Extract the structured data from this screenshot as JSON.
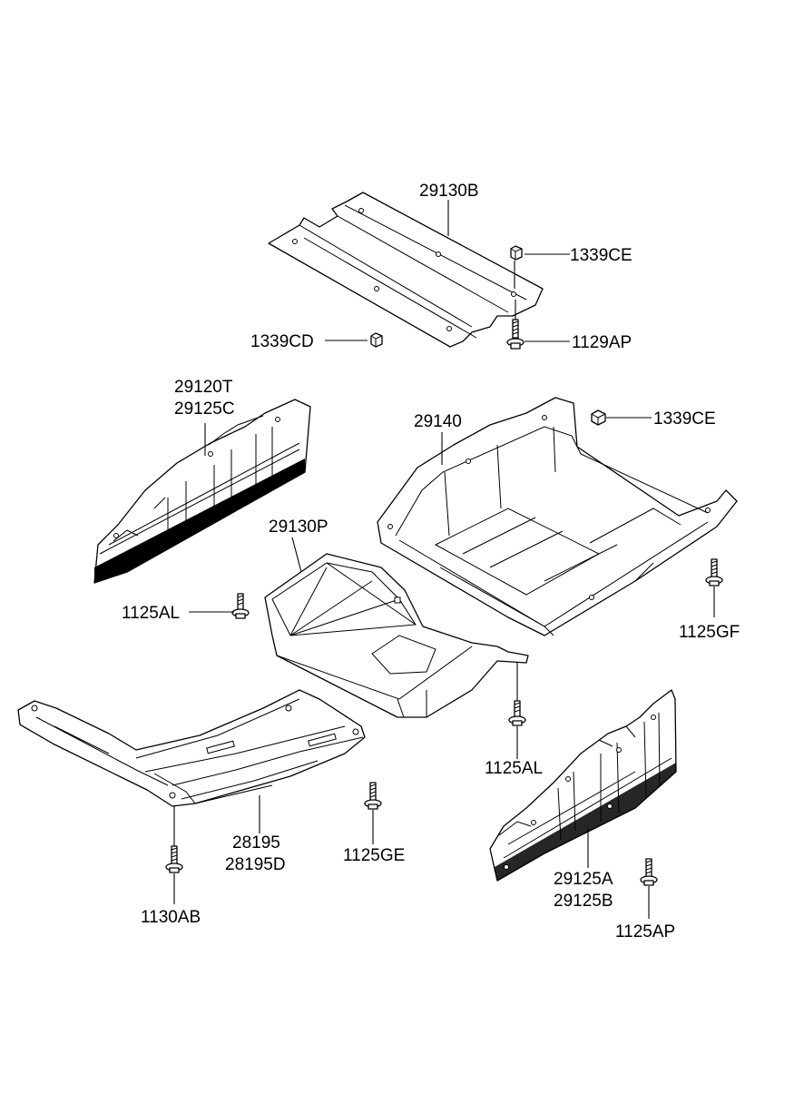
{
  "labels": {
    "p29130B": "29130B",
    "p1339CE_top": "1339CE",
    "p1339CD": "1339CD",
    "p1129AP": "1129AP",
    "p29120T": "29120T",
    "p29125C": "29125C",
    "p29140": "29140",
    "p1339CE_mid": "1339CE",
    "p29130P": "29130P",
    "p1125AL_left": "1125AL",
    "p1125GF": "1125GF",
    "p1125AL_right": "1125AL",
    "p28195": "28195",
    "p28195D": "28195D",
    "p1125GE": "1125GE",
    "p29125A": "29125A",
    "p29125B": "29125B",
    "p1130AB": "1130AB",
    "p1125AP": "1125AP"
  }
}
